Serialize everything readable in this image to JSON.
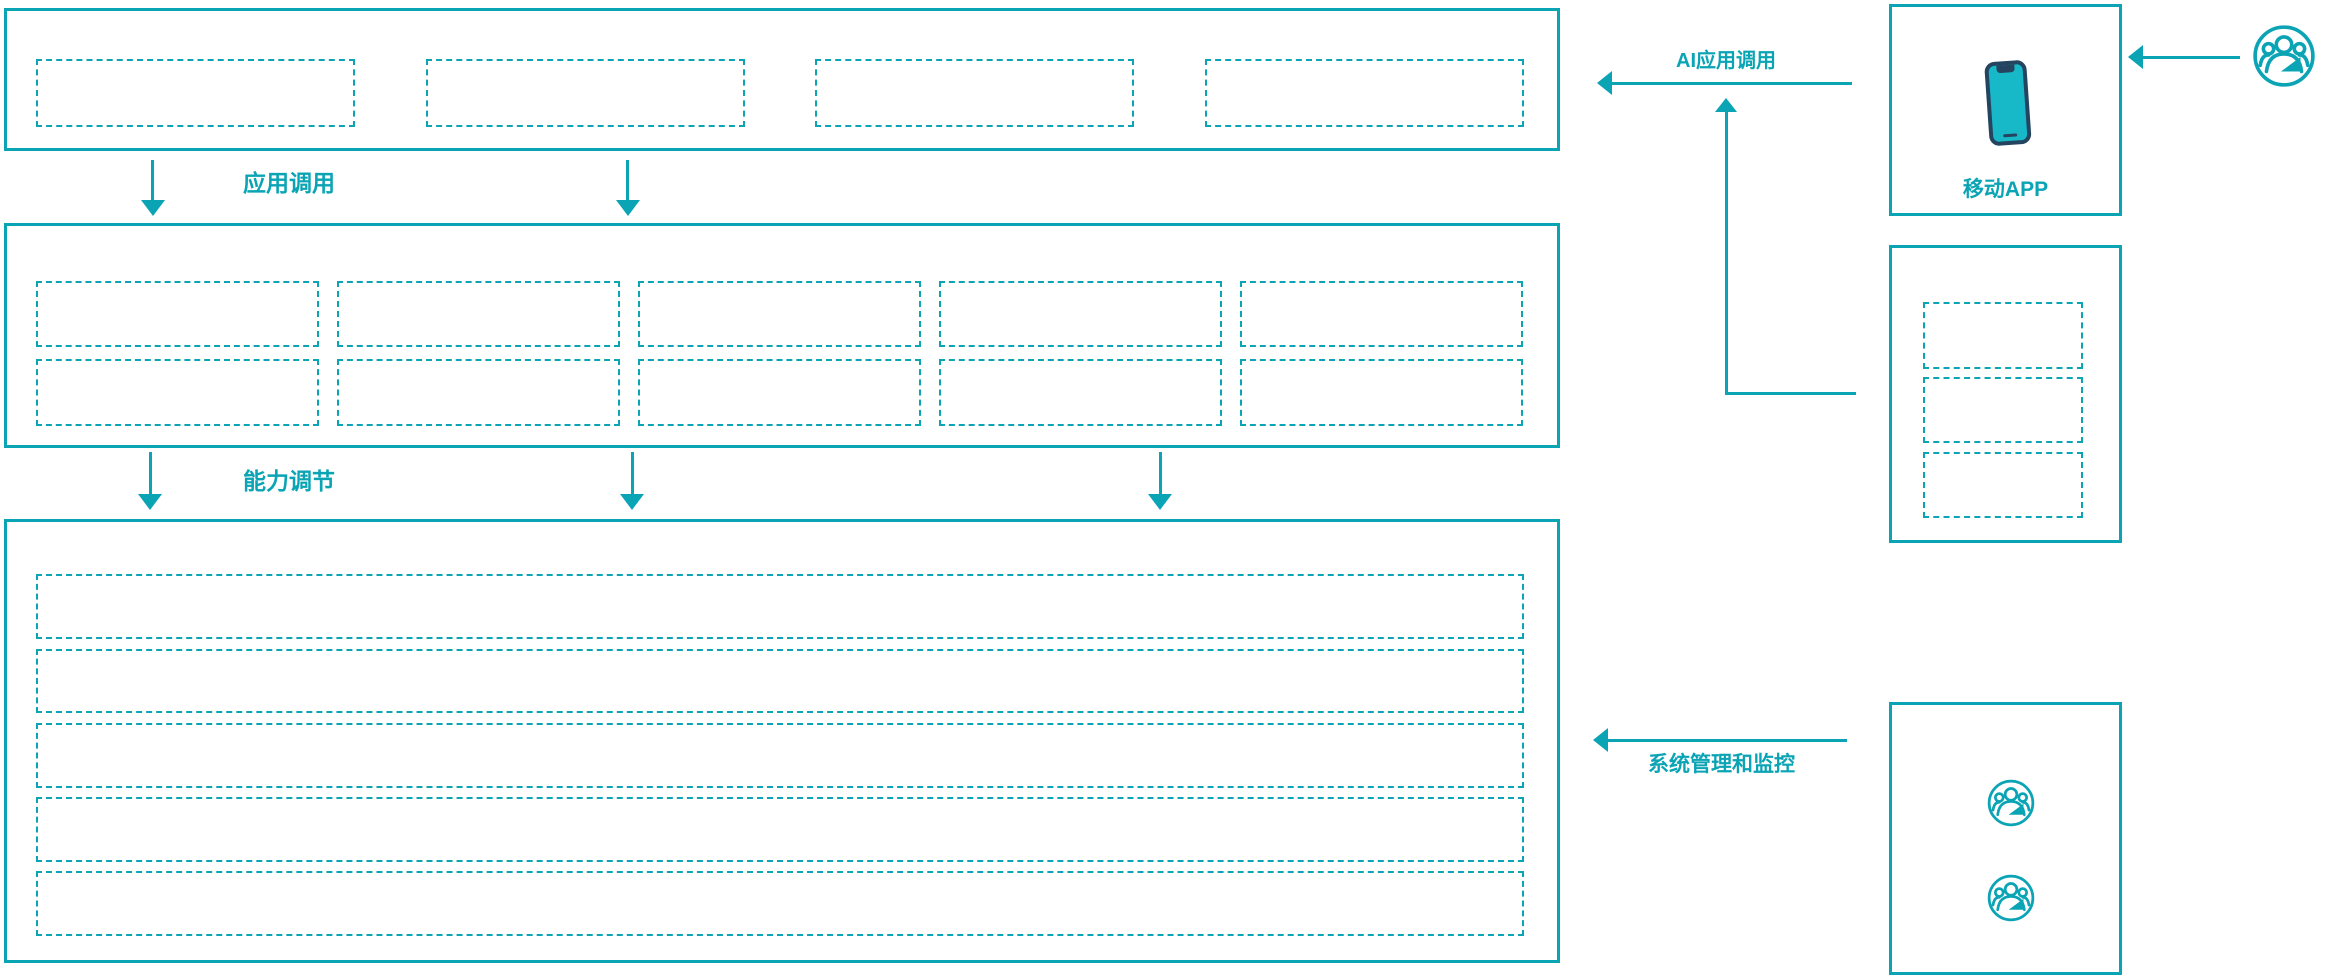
{
  "colors": {
    "accent": "#0BA4B5",
    "phone_screen": "#17B9C8",
    "phone_frame": "#24445F",
    "background": "#FFFFFF"
  },
  "connectors": {
    "app_call": {
      "label": "应用调用"
    },
    "capability_adjust": {
      "label": "能力调节"
    },
    "ai_app_call": {
      "label": "AI应用调用"
    },
    "system_monitor": {
      "label": "系统管理和监控"
    }
  },
  "right_panels": {
    "mobile_app": {
      "label": "移动APP"
    }
  },
  "icons": {
    "smartphone": "smartphone-icon",
    "user_group": "users-group-icon"
  },
  "structure": {
    "top_layer_slot_count": 4,
    "middle_layer_rows": 2,
    "middle_layer_cols": 5,
    "bottom_layer_row_count": 5,
    "open_platform_slot_count": 3,
    "admin_panel_icon_count": 2
  }
}
